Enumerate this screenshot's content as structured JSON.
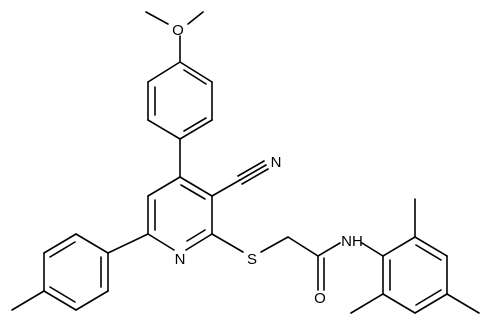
{
  "atoms": {
    "o_methoxy": "O",
    "n_nitrile": "N",
    "s_thioether": "S",
    "n_pyridine": "N",
    "nh_amide": "NH",
    "o_carbonyl": "O"
  },
  "colors": {
    "bond": "#000000",
    "background": "#ffffff"
  }
}
